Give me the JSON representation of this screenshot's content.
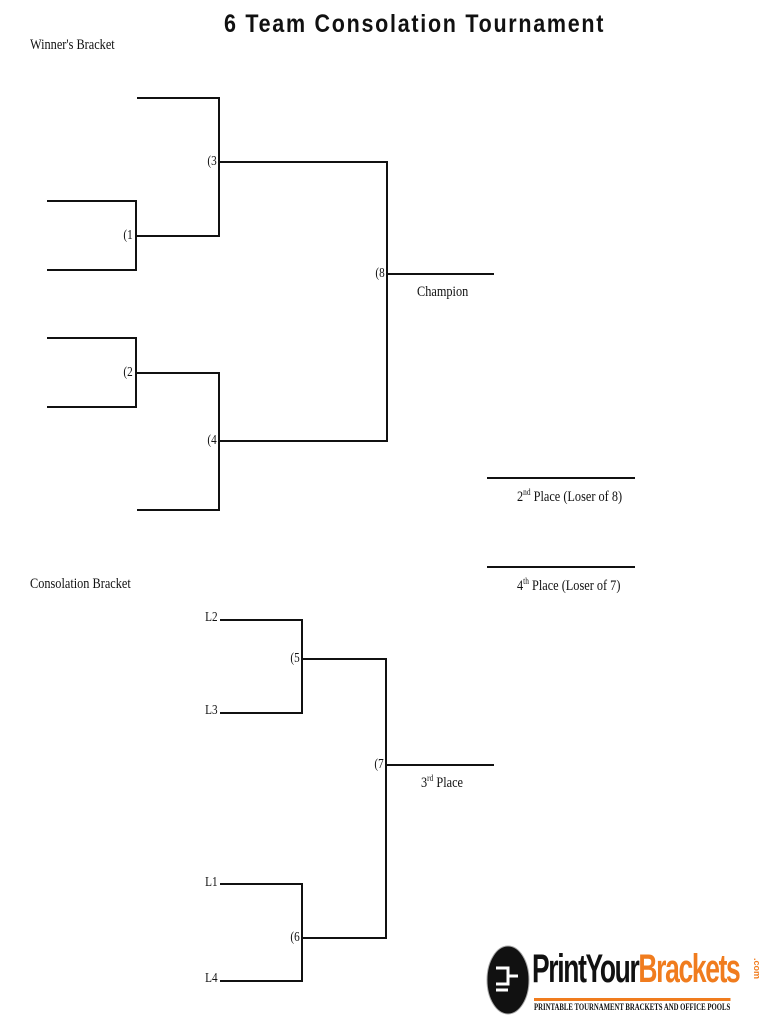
{
  "title": "6 Team Consolation Tournament",
  "winners_bracket": {
    "label": "Winner's Bracket",
    "games": [
      "(1",
      "(2",
      "(3",
      "(4",
      "(8"
    ],
    "champion_label": "Champion"
  },
  "placements": {
    "second": {
      "ordinal": "2",
      "suffix": "nd",
      "text": " Place (Loser of 8)"
    },
    "fourth": {
      "ordinal": "4",
      "suffix": "th",
      "text": " Place (Loser of 7)"
    },
    "third": {
      "ordinal": "3",
      "suffix": "rd",
      "text": " Place"
    }
  },
  "consolation_bracket": {
    "label": "Consolation Bracket",
    "seeds": [
      "L2",
      "L3",
      "L1",
      "L4"
    ],
    "games": [
      "(5",
      "(6",
      "(7"
    ]
  },
  "logo": {
    "name_part1": "PrintYour",
    "name_part2": "Brackets",
    "tld": ".com",
    "tagline": "PRINTABLE TOURNAMENT BRACKETS AND OFFICE POOLS",
    "accent_color": "#f07c1e"
  }
}
